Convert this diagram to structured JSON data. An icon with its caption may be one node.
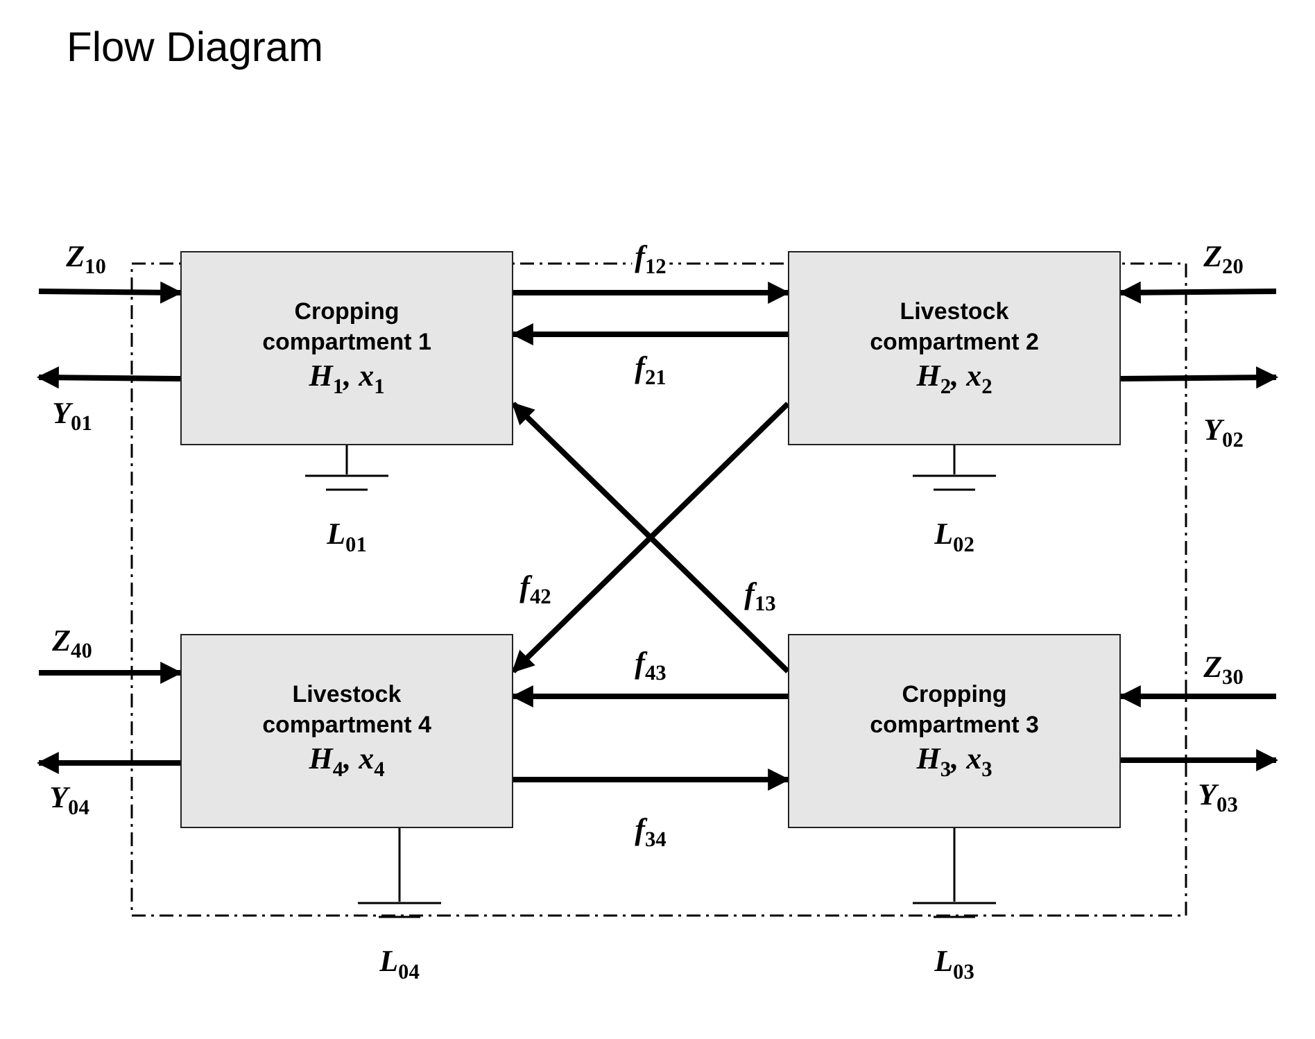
{
  "diagram": {
    "title": "Flow Diagram",
    "nodes": [
      {
        "text": [
          "Cropping compartment 1",
          "H$_{1}$, x$_{1}$"
        ]
      },
      {
        "text": [
          "Livestock compartment 2",
          "H$_{2}$, x$_{2}$"
        ]
      },
      {
        "text": [
          "Livestock compartment 4",
          "H$_{4}$, x$_{4}$"
        ]
      },
      {
        "text": [
          "Cropping compartment 3",
          "H$_{3}$, x$_{3}$"
        ]
      },
      {
        "text": [
          "L$_{01}$"
        ]
      },
      {
        "text": [
          "L$_{02}$"
        ]
      },
      {
        "text": [
          "L$_{04}$"
        ]
      },
      {
        "text": [
          "L$_{03}$"
        ]
      }
    ],
    "edges": [
      {
        "from": 0,
        "to": 1,
        "arrow": "to",
        "label": "f$_{12}$"
      },
      {
        "from": 1,
        "to": 0,
        "arrow": "to",
        "label": "f$_{21}$"
      },
      {
        "from": 1,
        "to": 2,
        "arrow": "to",
        "label": "f$_{42}$"
      },
      {
        "from": 3,
        "to": 0,
        "arrow": "to",
        "label": "f$_{13}$"
      },
      {
        "from": 3,
        "to": 2,
        "arrow": "to",
        "label": "f$_{43}$"
      },
      {
        "from": 2,
        "to": 3,
        "arrow": "to",
        "label": "f$_{34}$"
      },
      {
        "from": 0,
        "to": 4,
        "arrow": "none"
      },
      {
        "from": 1,
        "to": 5,
        "arrow": "none"
      },
      {
        "from": 2,
        "to": 6,
        "arrow": "none"
      },
      {
        "from": 3,
        "to": 7,
        "arrow": "none"
      },
      {
        "from": null,
        "to": 0,
        "arrow": "to",
        "label": "Z$_{10}$"
      },
      {
        "from": 0,
        "to": null,
        "arrow": "to",
        "label": "Y$_{01}$"
      },
      {
        "from": null,
        "to": 1,
        "arrow": "to",
        "label": "Z$_{20}$"
      },
      {
        "from": 1,
        "to": null,
        "arrow": "to",
        "label": "Y$_{02}$"
      },
      {
        "from": null,
        "to": 2,
        "arrow": "to",
        "label": "Z$_{40}$"
      },
      {
        "from": 2,
        "to": null,
        "arrow": "to",
        "label": "Y$_{04}$"
      },
      {
        "from": null,
        "to": 3,
        "arrow": "to",
        "label": "Z$_{30}$"
      },
      {
        "from": 3,
        "to": null,
        "arrow": "to",
        "label": "Y$_{03}$"
      }
    ]
  }
}
